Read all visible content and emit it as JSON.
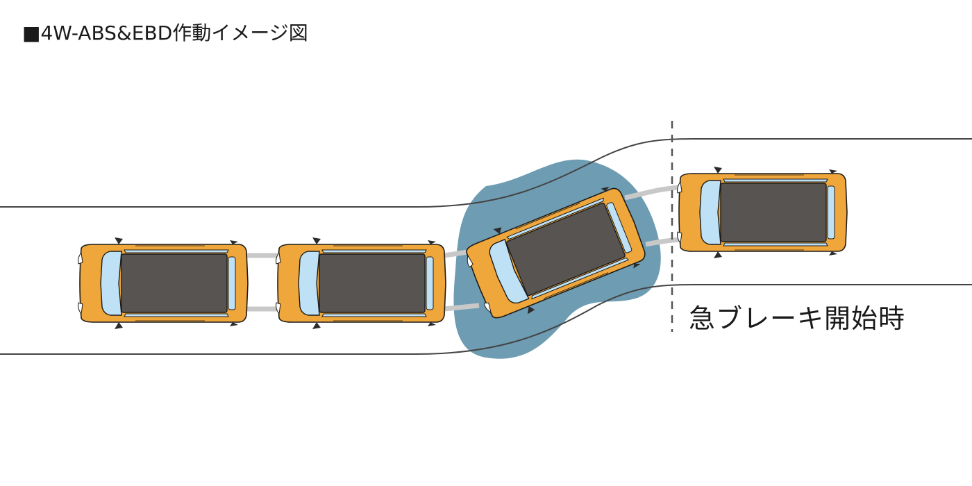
{
  "title": "■4W-ABS&EBD作動イメージ図",
  "brake_label": "急ブレーキ開始時",
  "colors": {
    "car_body": "#EFA63A",
    "car_outline": "#1c1c1c",
    "roof": "#575451",
    "glass": "#BFE1F5",
    "skid_zone": "#6E9CB2",
    "road_line": "#444444",
    "tire_track": "#C8C8C8",
    "marker_line": "#555555"
  },
  "cars": [
    {
      "id": "car-1",
      "heading_deg": 0
    },
    {
      "id": "car-2",
      "heading_deg": 0
    },
    {
      "id": "car-3",
      "heading_deg": -22
    },
    {
      "id": "car-4",
      "heading_deg": 0
    }
  ]
}
